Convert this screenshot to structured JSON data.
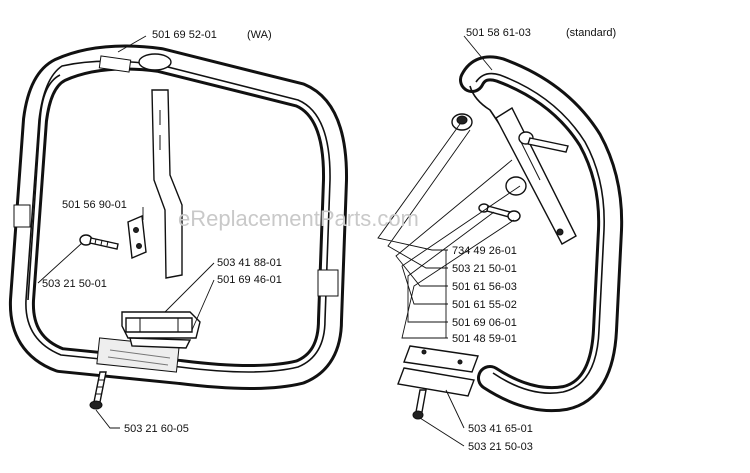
{
  "watermark": "eReplacementParts.com",
  "left_assembly": {
    "main_label": "501 69 52-01",
    "variant": "(WA)",
    "parts": [
      "501 56 90-01",
      "503 21 50-01",
      "503 41 88-01",
      "501 69 46-01",
      "503 21 60-05"
    ]
  },
  "right_assembly": {
    "main_label": "501 58 61-03",
    "variant": "(standard)",
    "parts": [
      "734 49 26-01",
      "503 21 50-01",
      "501 61 56-03",
      "501 61 55-02",
      "501 69 06-01",
      "501 48 59-01",
      "503 41 65-01",
      "503 21 50-03"
    ]
  }
}
